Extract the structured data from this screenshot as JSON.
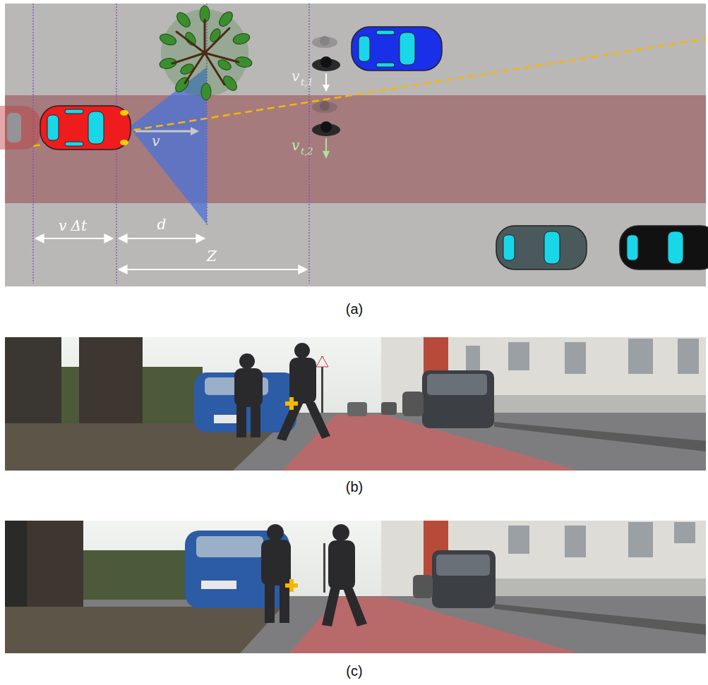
{
  "diagram": {
    "labels": [
      "v",
      "t,1",
      "v",
      "t,2",
      "v",
      "v Δt",
      "d",
      "Z",
      "(a)",
      "(b)",
      "(c)"
    ]
  }
}
